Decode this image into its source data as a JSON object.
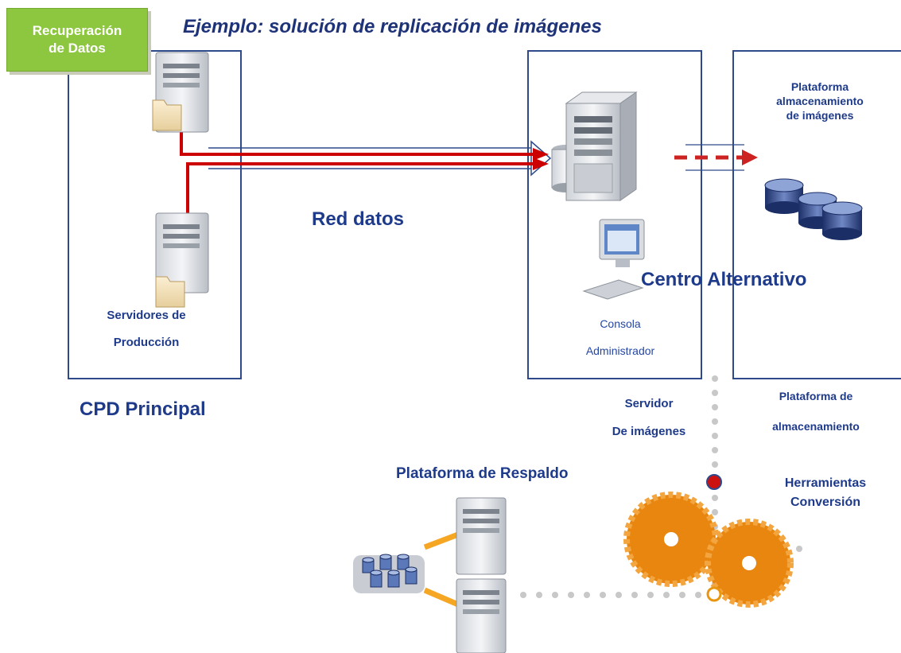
{
  "badge": {
    "line1": "Recuperación",
    "line2": "de Datos",
    "color": "#8dc63f"
  },
  "title": "Ejemplo: solución de replicación de imágenes",
  "left_panel": {
    "label_line1": "Servidores de",
    "label_line2": "Producción",
    "caption": "CPD Principal"
  },
  "network": {
    "label": "Red datos"
  },
  "center": {
    "caption": "Centro Alternativo",
    "console_line1": "Consola",
    "console_line2": "Administrador",
    "server_line1": "Servidor",
    "server_line2": "De imágenes"
  },
  "right_panel": {
    "title_line1": "Plataforma",
    "title_line2": "almacenamiento",
    "title_line3": "de imágenes",
    "bottom_line1": "Plataforma de",
    "bottom_line2": "almacenamiento"
  },
  "backup": {
    "title": "Plataforma de Respaldo"
  },
  "tools": {
    "line1": "Herramientas",
    "line2": "Conversión"
  },
  "colors": {
    "navy": "#1e3a8a",
    "arrow_red": "#cc0000",
    "gear_orange": "#e8860f",
    "dot_gray": "#c8c8c8"
  }
}
